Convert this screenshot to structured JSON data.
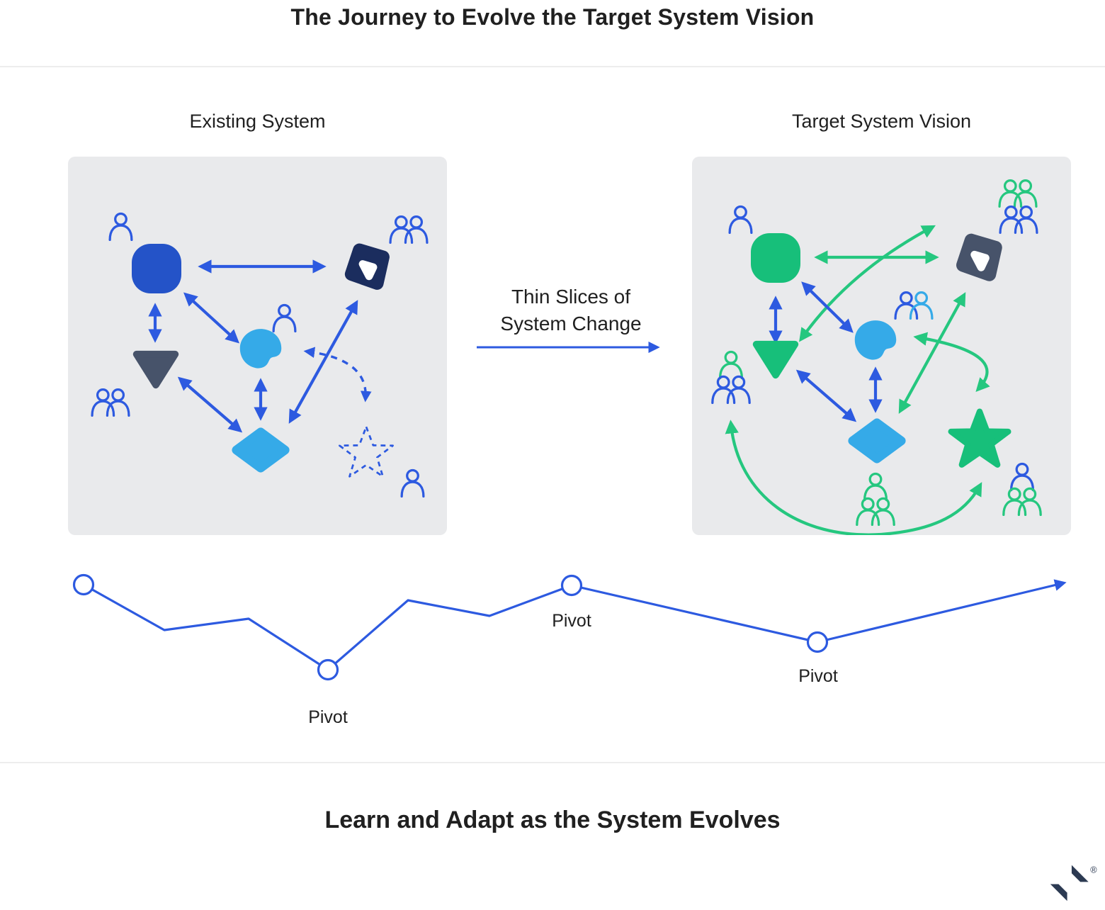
{
  "title": "The Journey to Evolve the Target System Vision",
  "panels": {
    "left": {
      "label": "Existing System",
      "shapes": [
        "blue-rounded-circle",
        "navy-pick-with-hole",
        "light-blue-blob",
        "slate-triangle",
        "light-blue-diamond",
        "dashed-star-outline"
      ],
      "people": [
        "one person near circle",
        "two people near pick",
        "one person near blob",
        "two people near triangle",
        "one person near dashed star"
      ]
    },
    "right": {
      "label": "Target System Vision",
      "shapes": [
        "green-rounded-circle",
        "slate-pick-with-hole",
        "light-blue-blob",
        "green-triangle",
        "light-blue-diamond",
        "green-star"
      ],
      "people": [
        "one person near circle",
        "four people near pick",
        "two people near blob",
        "three people near triangle",
        "three people near diamond",
        "three people near star"
      ]
    }
  },
  "transition": {
    "line1": "Thin Slices of",
    "line2": "System Change"
  },
  "timeline": {
    "description": "zigzag journey line with open-circle pivot nodes, ending in an arrow",
    "pivots": [
      {
        "label": "Pivot"
      },
      {
        "label": "Pivot"
      },
      {
        "label": "Pivot"
      }
    ]
  },
  "footer": {
    "text": "Learn and Adapt as the System Evolves"
  },
  "logo": {
    "name": "toptal-mark",
    "registered": "®"
  },
  "colors": {
    "arrow_blue": "#2d5ae0",
    "royal_blue_fill": "#2453c8",
    "light_blue_fill": "#35aae8",
    "navy_fill": "#1b2d5e",
    "slate_fill": "#47536a",
    "green_fill": "#17bf7a",
    "green_outline": "#25c77f",
    "panel_background": "#e9eaec",
    "text": "#202020",
    "divider": "#ededed"
  },
  "icons": {
    "person": "single-person-outline",
    "pair": "two-person-outline",
    "trio": "three-person-outline"
  }
}
